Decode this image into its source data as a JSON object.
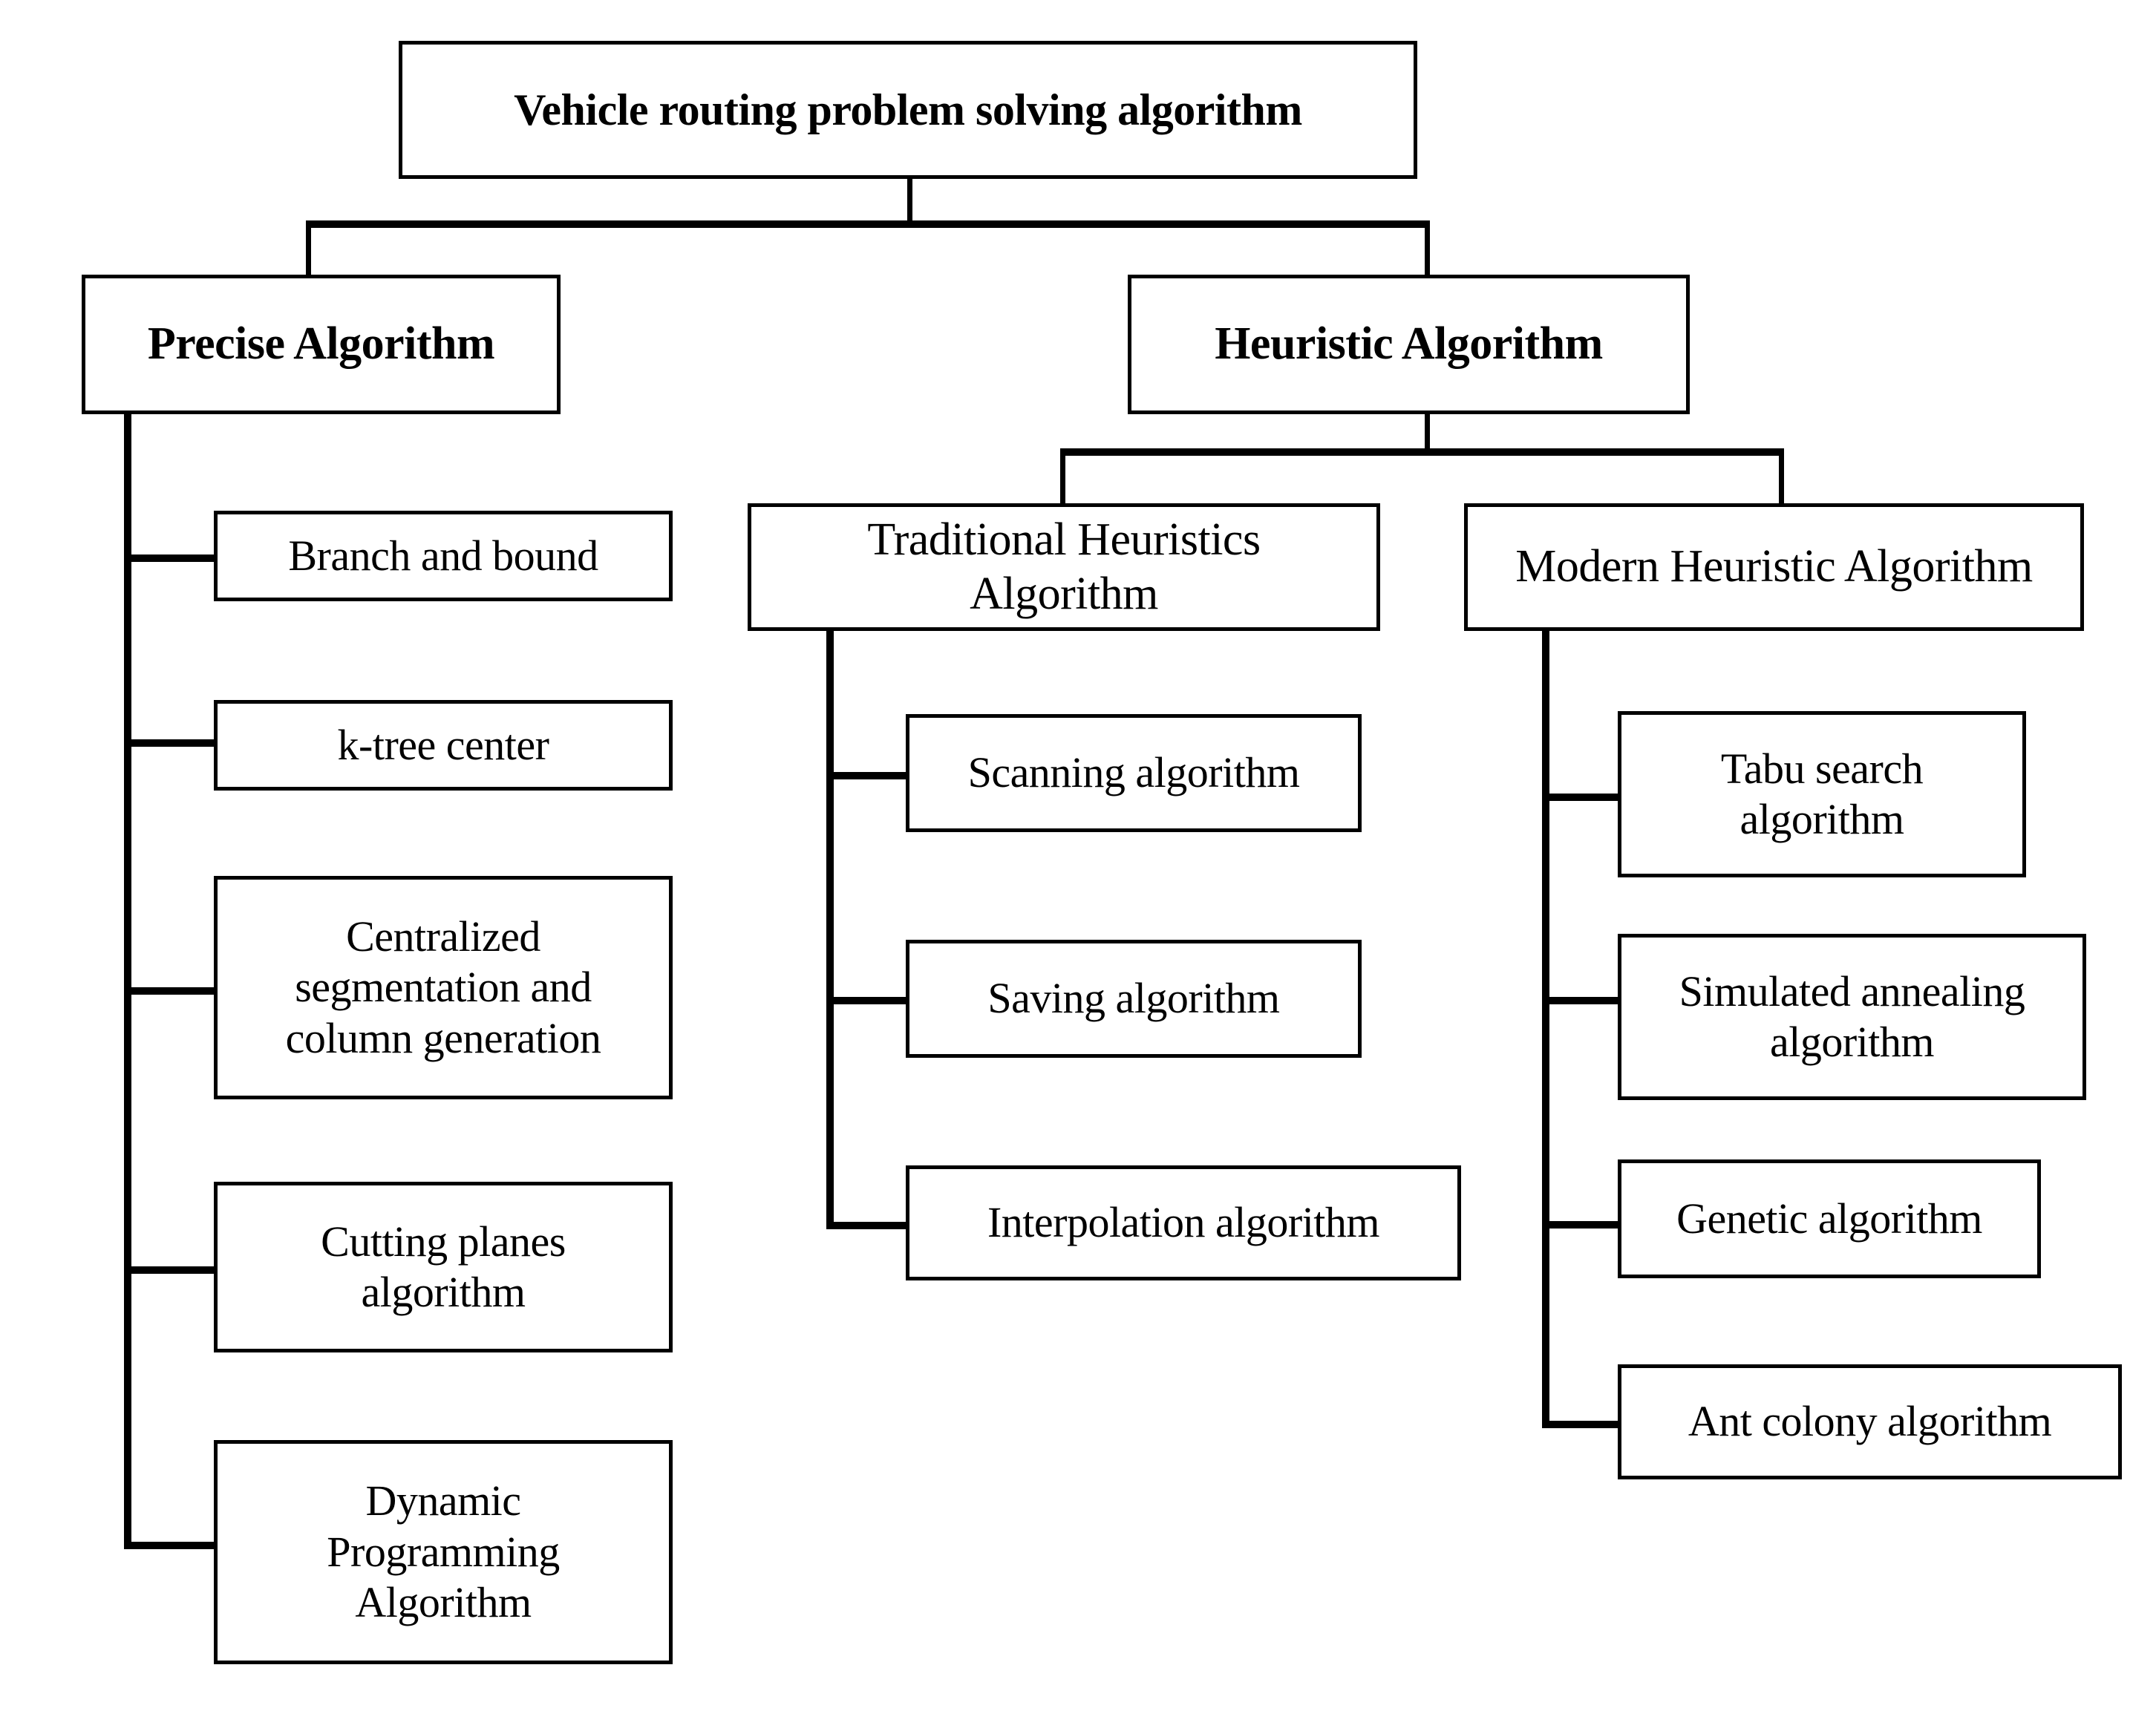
{
  "diagram": {
    "title": "Vehicle routing problem solving algorithm",
    "type": "hierarchy-tree",
    "root": {
      "label": "Vehicle routing problem solving algorithm"
    },
    "branches": [
      {
        "label": "Precise Algorithm",
        "children": [
          {
            "label": "Branch and bound"
          },
          {
            "label": "k-tree center"
          },
          {
            "label": "Centralized\nsegmentation and\ncolumn generation"
          },
          {
            "label": "Cutting planes\nalgorithm"
          },
          {
            "label": "Dynamic\nProgramming\nAlgorithm"
          }
        ]
      },
      {
        "label": "Heuristic Algorithm",
        "subgroups": [
          {
            "label": "Traditional Heuristics\nAlgorithm",
            "children": [
              {
                "label": "Scanning algorithm"
              },
              {
                "label": "Saving algorithm"
              },
              {
                "label": "Interpolation algorithm"
              }
            ]
          },
          {
            "label": "Modern Heuristic Algorithm",
            "children": [
              {
                "label": "Tabu search\nalgorithm"
              },
              {
                "label": "Simulated annealing\nalgorithm"
              },
              {
                "label": "Genetic algorithm"
              },
              {
                "label": "Ant colony algorithm"
              }
            ]
          }
        ]
      }
    ],
    "colors": {
      "background": "#ffffff",
      "border": "#000000",
      "text": "#000000",
      "connector": "#000000"
    }
  }
}
